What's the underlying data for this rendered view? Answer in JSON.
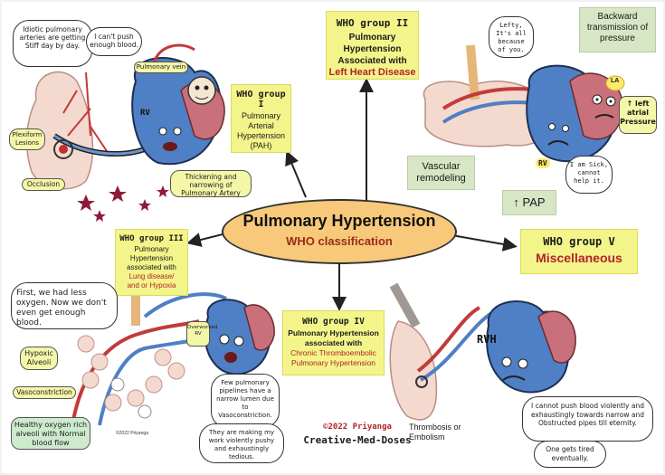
{
  "center": {
    "title": "Pulmonary Hypertension",
    "subtitle": "WHO classification"
  },
  "group1": {
    "heading": "WHO group I",
    "line1": "Pulmonary",
    "line2": "Arterial",
    "line3": "Hypertension",
    "abbr": "(PAH)",
    "bubble1": "Idiotic pulmonary arteries are getting Stiff day by day.",
    "bubble2": "I can't push enough blood.",
    "label_vein": "Pulmonary vein",
    "label_plexiform": "Plexiform Lesions",
    "label_occlusion": "Occlusion",
    "label_thickening": "Thickening and narrowing of Pulmonary Artery",
    "rv": "RV"
  },
  "group2": {
    "heading": "WHO group II",
    "line1": "Pulmonary Hypertension",
    "line2": "Associated with",
    "line3": "Left Heart Disease",
    "backward": "Backward transmission of pressure",
    "lefty": "Lefty, It's all because of you.",
    "la": "LA",
    "left_atrial": "↑ left atrial Pressure",
    "sick": "I am Sick, cannot help it.",
    "vascular": "Vascular remodeling",
    "pap": "↑ PAP",
    "rv": "RV"
  },
  "group3": {
    "heading": "WHO group III",
    "line1": "Pulmonary",
    "line2": "Hypertension",
    "line3": "associated with",
    "line4": "Lung disease/",
    "line5": "and or Hypoxia",
    "bubble": "First, we had less oxygen. Now we don't even get enough blood.",
    "hypoxic": "Hypoxic Alveoli",
    "vasoconstriction": "Vasoconstriction",
    "healthy": "Healthy oxygen rich alveoli with Normal blood flow",
    "overworked": "Overworked RV",
    "pipelines": "Few pulmonary pipelines have a narrow lumen due to Vasoconstriction.",
    "making": "They are making my work violently pushy and exhaustingly tedious.",
    "credit_small": "©2022 Priyanga"
  },
  "group4": {
    "heading": "WHO group IV",
    "line1": "Pulmonary Hypertension",
    "line2": "associated with",
    "line3": "Chronic Thromboembolic",
    "line4": "Pulmonary Hypertension"
  },
  "group5": {
    "heading": "WHO group V",
    "line1": "Miscellaneous",
    "rvh": "RVH",
    "thrombosis": "Thrombosis or Embolism",
    "cannot": "I cannot push blood violently and exhaustingly towards narrow and Obstructed pipes till eternity.",
    "tired": "One gets tired eventually."
  },
  "credit": {
    "line1": "©2022 Priyanga",
    "line2": "Creative-Med-Doses"
  },
  "colors": {
    "yellow_box": "#f3f58a",
    "green_box": "#d7e6c4",
    "oval": "#f8c97a",
    "red_text": "#b3222a",
    "rv_blue": "#4f7fc4",
    "lv_pink": "#c9707a"
  }
}
